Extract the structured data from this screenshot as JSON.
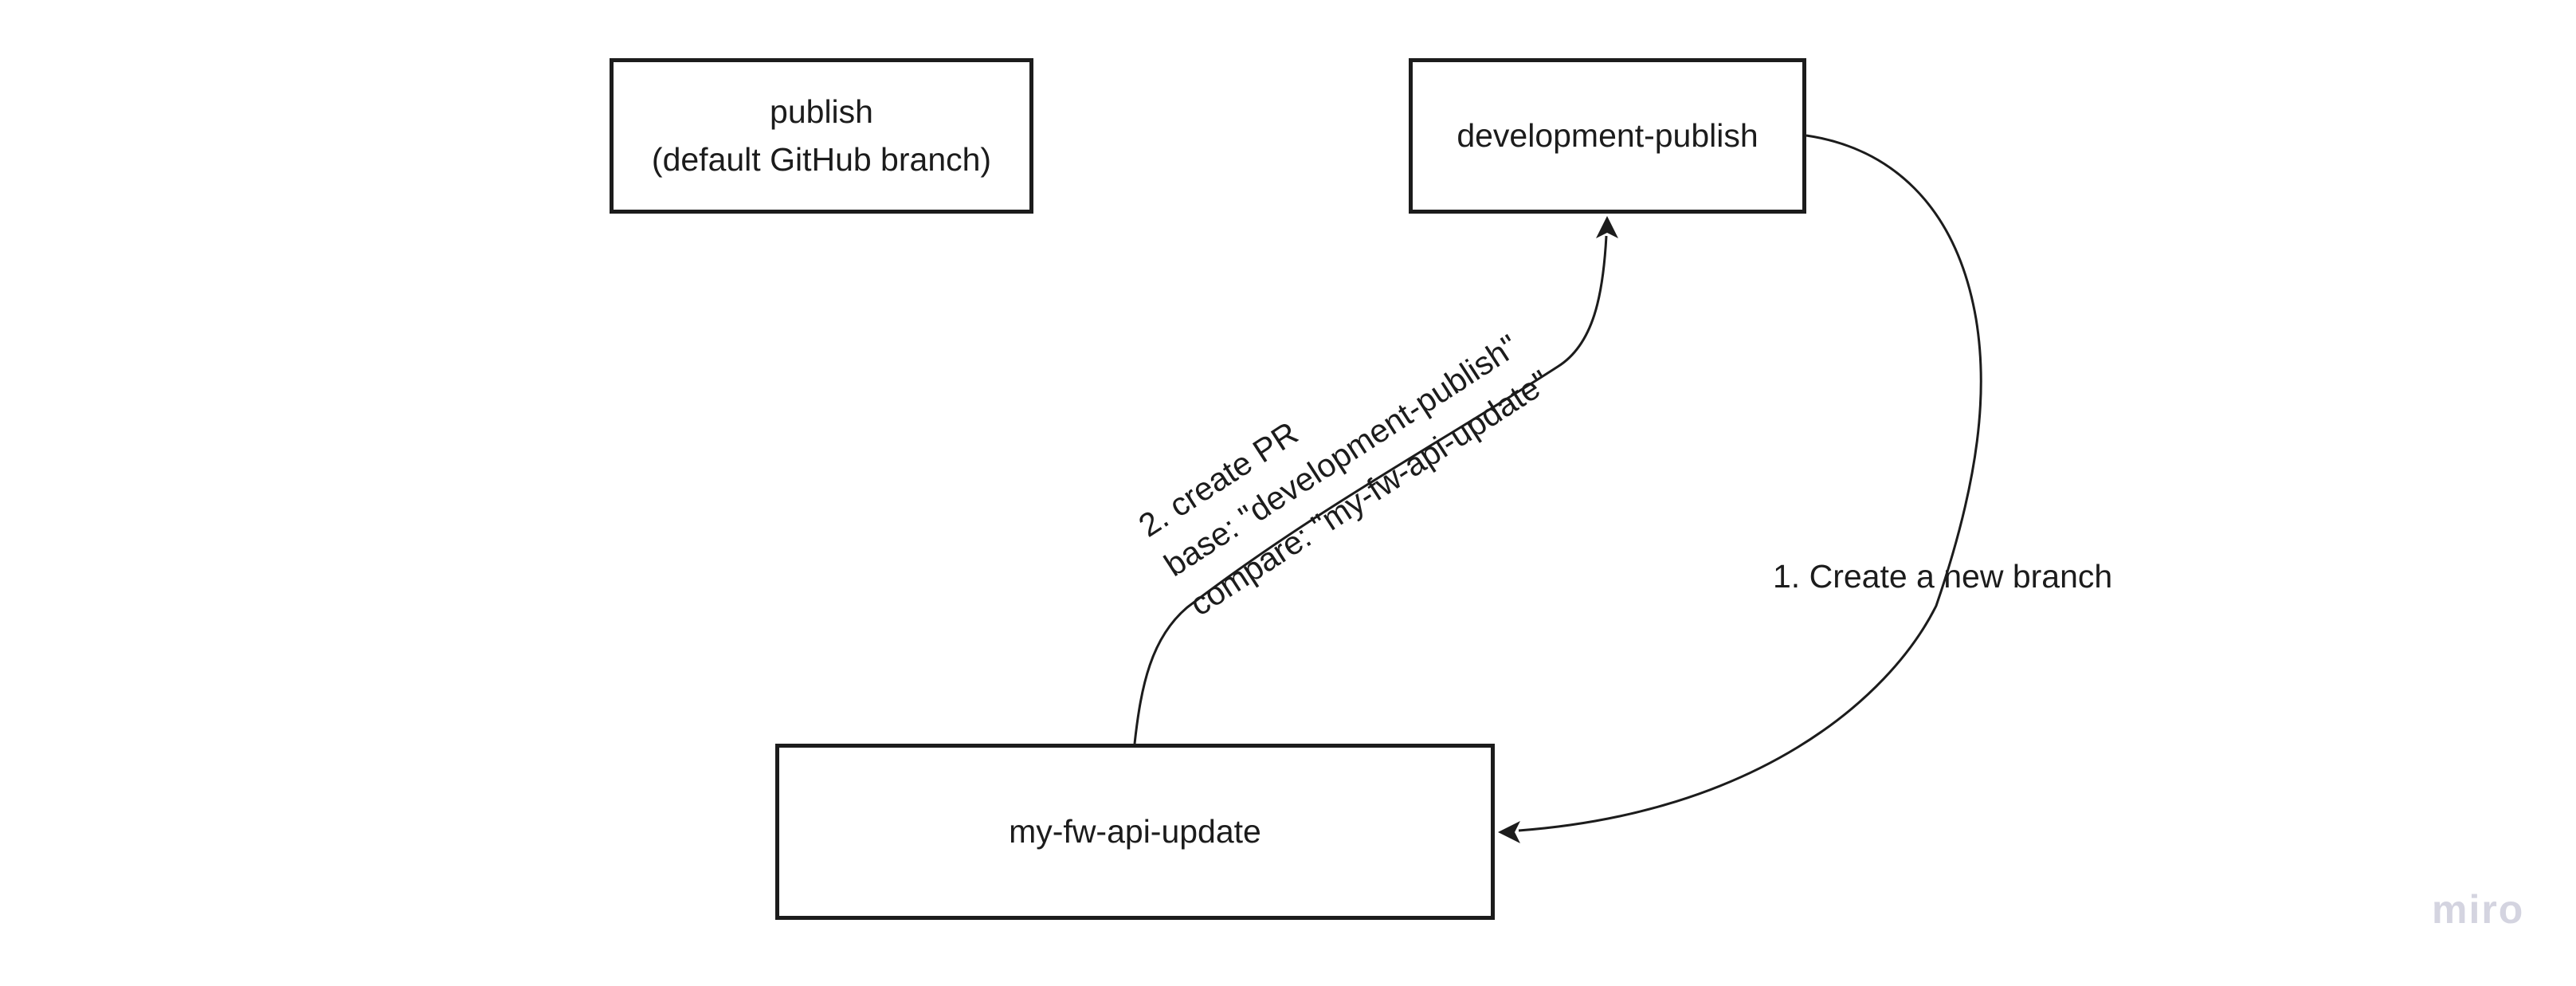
{
  "canvas": {
    "background_color": "#ffffff",
    "ink_color": "#1c1c1c"
  },
  "nodes": {
    "publish": {
      "line1": "publish",
      "line2": "(default GitHub branch)"
    },
    "development_publish": {
      "label": "development-publish"
    },
    "my_fw_api_update": {
      "label": "my-fw-api-update"
    }
  },
  "connectors": {
    "create_branch": {
      "label": "1. Create a new branch",
      "from": "development-publish",
      "to": "my-fw-api-update"
    },
    "create_pr": {
      "label_lines": [
        "2. create PR",
        "base: \"development-publish\"",
        "compare: \"my-fw-api-update\""
      ],
      "from": "my-fw-api-update",
      "to": "development-publish"
    }
  },
  "watermark": {
    "text": "miro",
    "color": "#d4d4e0"
  }
}
